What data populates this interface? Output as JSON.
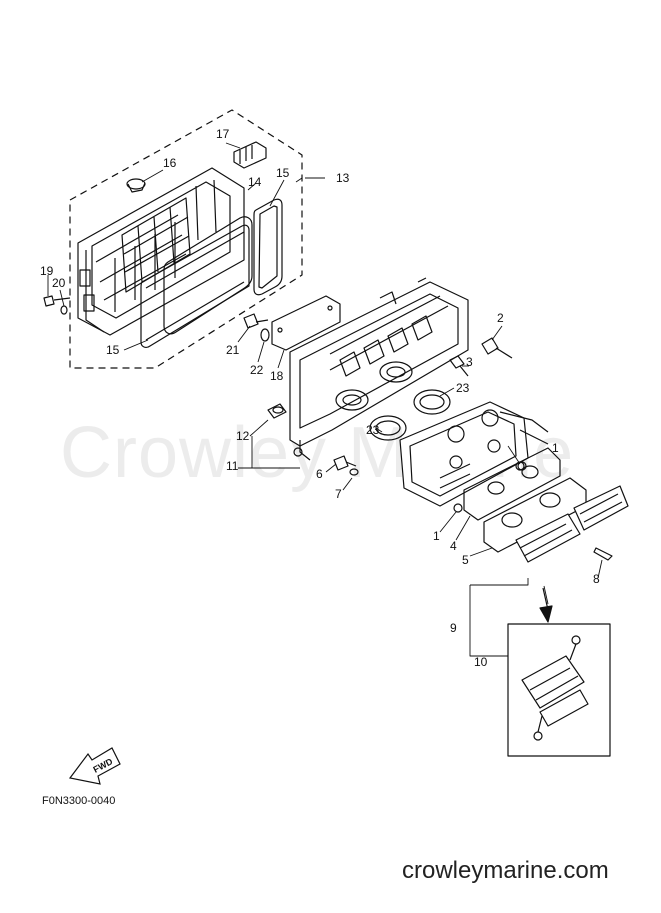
{
  "watermark": "Crowley Marine",
  "drawing_code": "F0N3300-0040",
  "footer_url": "crowleymarine.com",
  "fwd_arrow_label": "FWD",
  "callouts": {
    "c1a": "1",
    "c1b": "1",
    "c2": "2",
    "c3": "3",
    "c4": "4",
    "c5": "5",
    "c6": "6",
    "c7": "7",
    "c8": "8",
    "c9": "9",
    "c10": "10",
    "c11": "11",
    "c12": "12",
    "c13": "13",
    "c14": "14",
    "c15a": "15",
    "c15b": "15",
    "c16": "16",
    "c17": "17",
    "c18": "18",
    "c19": "19",
    "c20": "20",
    "c21": "21",
    "c22": "22",
    "c23a": "23",
    "c23b": "23"
  }
}
